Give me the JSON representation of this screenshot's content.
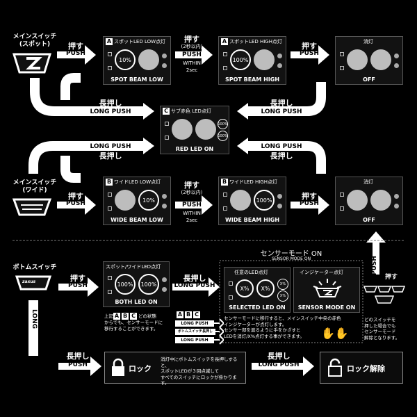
{
  "main_switch_spot": {
    "line1": "メインスイッチ",
    "line2": "(スポット)"
  },
  "main_switch_wide": {
    "line1": "メインスイッチ",
    "line2": "(ワイド)"
  },
  "bottom_switch": {
    "label": "ボトムスイッチ",
    "tag": "zaxus"
  },
  "actions": {
    "push_jp": "押す",
    "push_en": "PUSH",
    "push2_jp": "押す",
    "push2_sub": "(2秒以内)",
    "within": "WITHIN",
    "sec": "2sec",
    "long_jp": "長押し",
    "long_en": "LONG PUSH",
    "long_word": "LONG",
    "push_word": "PUSH"
  },
  "panels": {
    "a_low": {
      "badge": "A",
      "title": "スポットLED LOW点灯",
      "pct": "10%",
      "caption": "SPOT BEAM LOW"
    },
    "a_high": {
      "badge": "A",
      "title": "スポットLED HIGH点灯",
      "pct": "100%",
      "caption": "SPOT BEAM HIGH"
    },
    "off1": {
      "title": "消灯",
      "caption": "OFF"
    },
    "c_red": {
      "badge": "C",
      "title": "サブ赤色 LED点灯",
      "pct1": "100%",
      "pct2": "100%",
      "caption": "RED LED ON"
    },
    "b_low": {
      "badge": "B",
      "title": "ワイドLED LOW点灯",
      "pct": "10%",
      "caption": "WIDE BEAM LOW"
    },
    "b_high": {
      "badge": "B",
      "title": "ワイドLED HIGH点灯",
      "pct": "100%",
      "caption": "WIDE BEAM HIGH"
    },
    "off2": {
      "title": "消灯",
      "caption": "OFF"
    },
    "both": {
      "title": "スポット/ワイドLED点灯",
      "pct1": "100%",
      "pct2": "100%",
      "caption": "BOTH LED ON"
    }
  },
  "both_note": {
    "pre": "上記",
    "b1": "A",
    "b2": "B",
    "b3": "C",
    "post": "どの状態",
    "line2": "からでも、センサーモードに",
    "line3": "移行することができます。"
  },
  "sensor": {
    "title": "センサーモード ON",
    "subtitle": "SENSOR MODE ON",
    "sel_title": "任意のLED点灯",
    "x1": "X%",
    "x2": "X%",
    "x3": "X%",
    "x4": "X%",
    "sel_caption": "SELECTED LED ON",
    "ind_title": "インジケーター点灯",
    "ind_caption": "SENSOR MODE ON",
    "note1": "センサーモードに移行すると、メインスイッチ中央の赤色",
    "note2": "インジケーターが点灯します。",
    "note3": "センサー部を遮るように手をかざすと",
    "note4": "LEDを消灯/X%点灯する事ができます。"
  },
  "abc_chips": {
    "b1": "A",
    "b2": "B",
    "b3": "C",
    "c1": "LONG PUSH",
    "c2": "ボトムスイッチ長押し",
    "c3": "LONG PUSH"
  },
  "right_note": {
    "l1": "どのスイッチを",
    "l2": "押した場合でも",
    "l3": "センサーモード",
    "l4": "解除となります。"
  },
  "lock": {
    "label": "ロック",
    "note1": "消灯中にボトムスイッチを長押しすると、",
    "note2": "スポットLEDが３回点滅して",
    "note3": "すべてのスイッチにロックが掛かります。",
    "unlock_label": "ロック解除"
  }
}
